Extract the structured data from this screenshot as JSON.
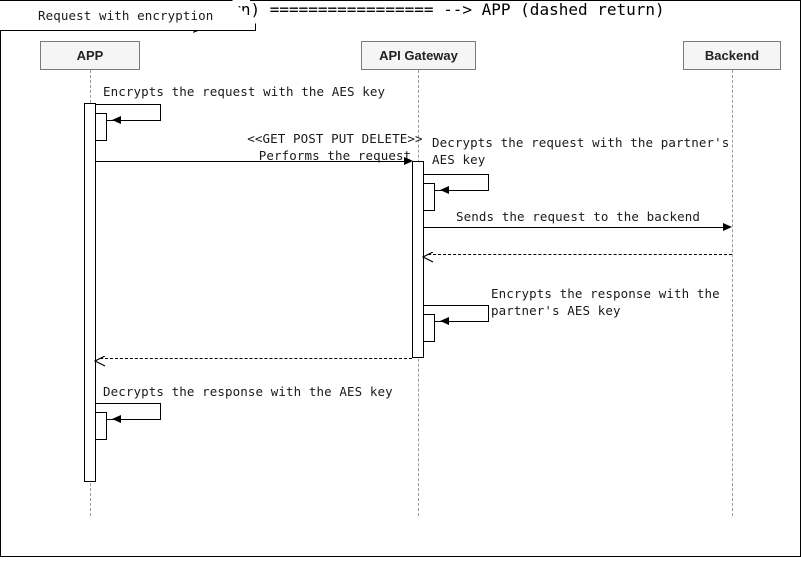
{
  "diagram": {
    "kind": "uml-sequence-diagram",
    "title": "Request with encryption",
    "background_color": "#ffffff",
    "line_color": "#000000",
    "lifeline_color": "#9a9a9a",
    "participant_fill": "#f5f5f5",
    "participant_border": "#7a7a7a"
  },
  "participants": [
    {
      "id": "app",
      "label": "APP"
    },
    {
      "id": "api_gateway",
      "label": "API Gateway"
    },
    {
      "id": "backend",
      "label": "Backend"
    }
  ],
  "messages": [
    {
      "id": "m1",
      "from": "app",
      "to": "app",
      "type": "self",
      "style": "solid",
      "lines": [
        "Encrypts the request with the AES key"
      ]
    },
    {
      "id": "m2",
      "from": "app",
      "to": "api_gateway",
      "type": "call",
      "style": "solid",
      "lines": [
        "<<GET POST PUT DELETE>>",
        "Performs the request"
      ]
    },
    {
      "id": "m3",
      "from": "api_gateway",
      "to": "api_gateway",
      "type": "self",
      "style": "solid",
      "lines": [
        "Decrypts the request with the partner's",
        "AES key"
      ]
    },
    {
      "id": "m4",
      "from": "api_gateway",
      "to": "backend",
      "type": "call",
      "style": "solid",
      "lines": [
        "Sends the request to the backend"
      ]
    },
    {
      "id": "m5",
      "from": "backend",
      "to": "api_gateway",
      "type": "return",
      "style": "dashed",
      "lines": []
    },
    {
      "id": "m6",
      "from": "api_gateway",
      "to": "api_gateway",
      "type": "self",
      "style": "solid",
      "lines": [
        "Encrypts the response with the",
        "partner's AES key"
      ]
    },
    {
      "id": "m7",
      "from": "api_gateway",
      "to": "app",
      "type": "return",
      "style": "dashed",
      "lines": []
    },
    {
      "id": "m8",
      "from": "app",
      "to": "app",
      "type": "self",
      "style": "solid",
      "lines": [
        "Decrypts the response with the AES key"
      ]
    }
  ]
}
